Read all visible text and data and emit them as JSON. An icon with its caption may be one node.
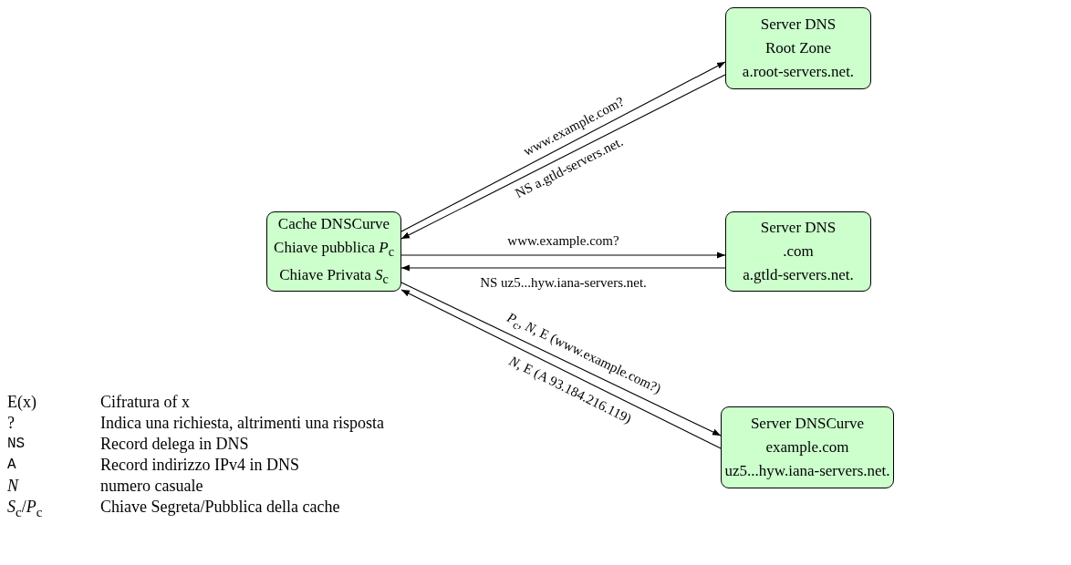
{
  "diagram": {
    "nodes": [
      {
        "text": [
          "Server DNS",
          "Root Zone",
          "a.root-servers.net."
        ]
      },
      {
        "text": [
          "Cache DNSCurve",
          "Chiave pubblica *P*$_{c}$",
          "Chiave Privata *S*$_{c}$"
        ]
      },
      {
        "text": [
          "Server DNS",
          ".com",
          "a.gtld-servers.net."
        ]
      },
      {
        "text": [
          "Server DNSCurve",
          "example.com",
          "uz5...hyw.iana-servers.net."
        ]
      }
    ],
    "edges": [
      {
        "from": 1,
        "to": 0,
        "arrow": "to",
        "label": "www.example.com?"
      },
      {
        "from": 0,
        "to": 1,
        "arrow": "to",
        "label": "NS a.gtld-servers.net."
      },
      {
        "from": 1,
        "to": 2,
        "arrow": "to",
        "label": "www.example.com?"
      },
      {
        "from": 2,
        "to": 1,
        "arrow": "to",
        "label": "NS uz5...hyw.iana-servers.net."
      },
      {
        "from": 1,
        "to": 3,
        "arrow": "to",
        "label": "*P*$_{c}$, *N*, E (www.example.com?)"
      },
      {
        "from": 3,
        "to": 1,
        "arrow": "to",
        "label": "*N*, E (A 93.184.216.119)"
      }
    ],
    "labels": [
      "E(x)",
      "Cifratura of x",
      "?",
      "Indica una richiesta, altrimenti una risposta",
      "NS",
      "Record delega in DNS",
      "A",
      "Record indirizzo IPv4 in DNS",
      "*N*",
      "numero casuale",
      "*S*$_{c}$/*P*$_{c}$",
      "Chiave Segreta/Pubblica della cache"
    ]
  }
}
